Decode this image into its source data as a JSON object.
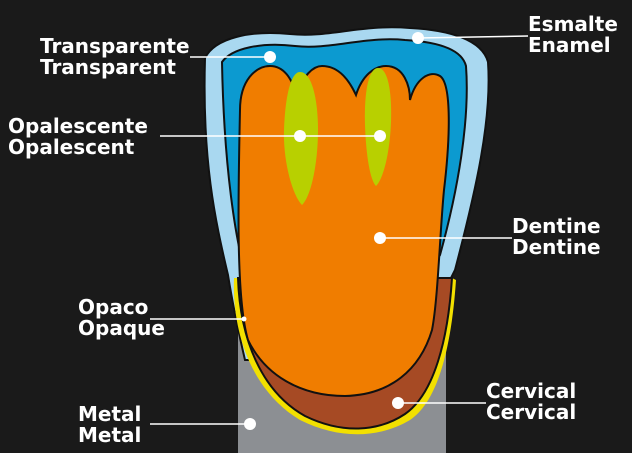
{
  "colors": {
    "background": "#1a1a1a",
    "enamel": "#a9d8f0",
    "transparent": "#0c9ad0",
    "dentine": "#f07d00",
    "opalescent": "#b8d000",
    "cervical": "#a64a24",
    "opaque": "#f2e000",
    "metal": "#8c8f93"
  },
  "layers": [
    {
      "id": "enamel",
      "primary": "Esmalte",
      "secondary": "Enamel"
    },
    {
      "id": "transparent",
      "primary": "Transparente",
      "secondary": "Transparent"
    },
    {
      "id": "opalescent",
      "primary": "Opalescente",
      "secondary": "Opalescent"
    },
    {
      "id": "dentine",
      "primary": "Dentine",
      "secondary": "Dentine"
    },
    {
      "id": "opaque",
      "primary": "Opaco",
      "secondary": "Opaque"
    },
    {
      "id": "cervical",
      "primary": "Cervical",
      "secondary": "Cervical"
    },
    {
      "id": "metal",
      "primary": "Metal",
      "secondary": "Metal"
    }
  ]
}
